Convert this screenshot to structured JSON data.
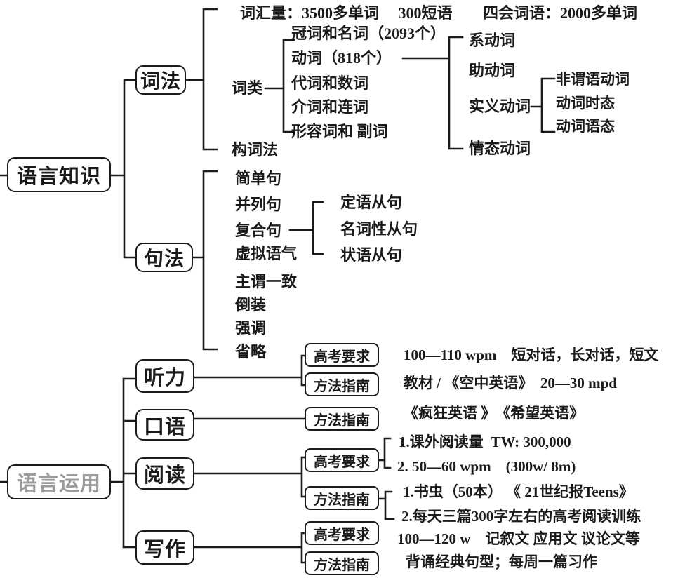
{
  "knowledge": {
    "label": "语言知识",
    "morphology": {
      "label": "词法",
      "vocab_line": "词汇量：3500多单词　 300短语",
      "four_skill_line": "四会词语：2000多单词",
      "word_class": {
        "label": "词类",
        "items": [
          "冠词和名词（2093个）",
          "动词（818个）",
          "代词和数词",
          "介词和连词",
          "形容词和 副词"
        ]
      },
      "word_formation": "构词法",
      "verb_types": [
        "系动词",
        "助动词",
        "实义动词",
        "情态动词"
      ],
      "notional_verb_items": [
        "非谓语动词",
        "动词时态",
        "动词语态"
      ]
    },
    "syntax": {
      "label": "句法",
      "items": [
        "简单句",
        "并列句",
        "复合句",
        "虚拟语气",
        "主谓一致",
        "倒装",
        "强调",
        "省略"
      ],
      "compound_clauses": [
        "定语从句",
        "名词性从句",
        "状语从句"
      ]
    }
  },
  "application": {
    "label": "语言运用",
    "listening": {
      "label": "听力",
      "exam_label": "高考要求",
      "guide_label": "方法指南",
      "exam_text": "100—110 wpm　短对话，长对话，短文",
      "guide_text": "教材 / 《空中英语》  20—30 mpd"
    },
    "speaking": {
      "label": "口语",
      "guide_label": "方法指南",
      "guide_text": "《疯狂英语 》　《希望英语》"
    },
    "reading": {
      "label": "阅读",
      "exam_label": "高考要求",
      "guide_label": "方法指南",
      "exam_lines": [
        "1.课外阅读量  TW: 300,000",
        "2. 50—60 wpm    (300w/ 8m)"
      ],
      "guide_lines": [
        "1.书虫（50本） 《 21世纪报Teens》",
        "2.每天三篇300字左右的高考阅读训练"
      ]
    },
    "writing": {
      "label": "写作",
      "exam_label": "高考要求",
      "guide_label": "方法指南",
      "exam_text": "100—120 w　记叙文 应用文 议论文等",
      "guide_text": "背诵经典句型；每周一篇习作"
    }
  },
  "colors": {
    "line": "#1b1b1b",
    "text": "#1b1b1b",
    "application_node_text": "#9c9c9c",
    "background": "#ffffff"
  }
}
